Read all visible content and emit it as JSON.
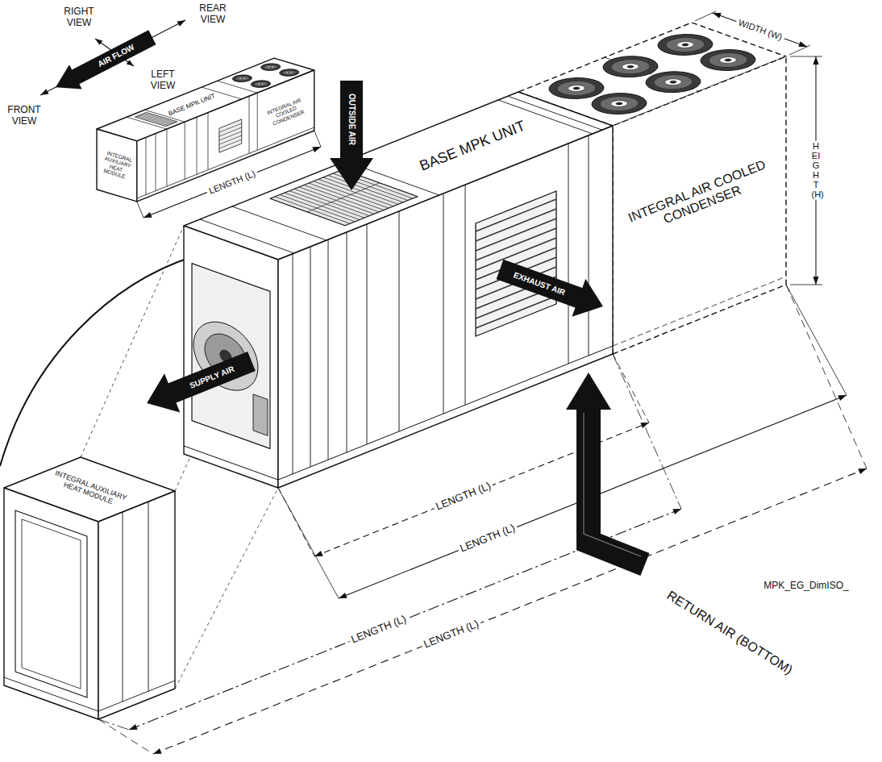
{
  "diagram": {
    "labels": [
      "RIGHT VIEW",
      "REAR VIEW",
      "AIR FLOW",
      "FRONT VIEW",
      "LEFT VIEW",
      "INTEGRAL AUXILIARY HEAT MODULE",
      "BASE MPK UNIT",
      "INTEGRAL AIR COOLED CONDENSER",
      "LENGTH (L)",
      "WIDTH (W)",
      "HEIGHT (H)",
      "INTEGRAL AIR COOLED CONDENSER",
      "OUTSIDE AIR",
      "BASE MPK UNIT",
      "EXHAUST AIR",
      "SUPPLY AIR",
      "INTEGRAL AUXILIARY HEAT MODULE",
      "RETURN AIR (BOTTOM)",
      "LENGTH (L)",
      "LENGTH (L)",
      "LENGTH (L)",
      "LENGTH (L)",
      "MPK_EG_DimISO_"
    ]
  }
}
